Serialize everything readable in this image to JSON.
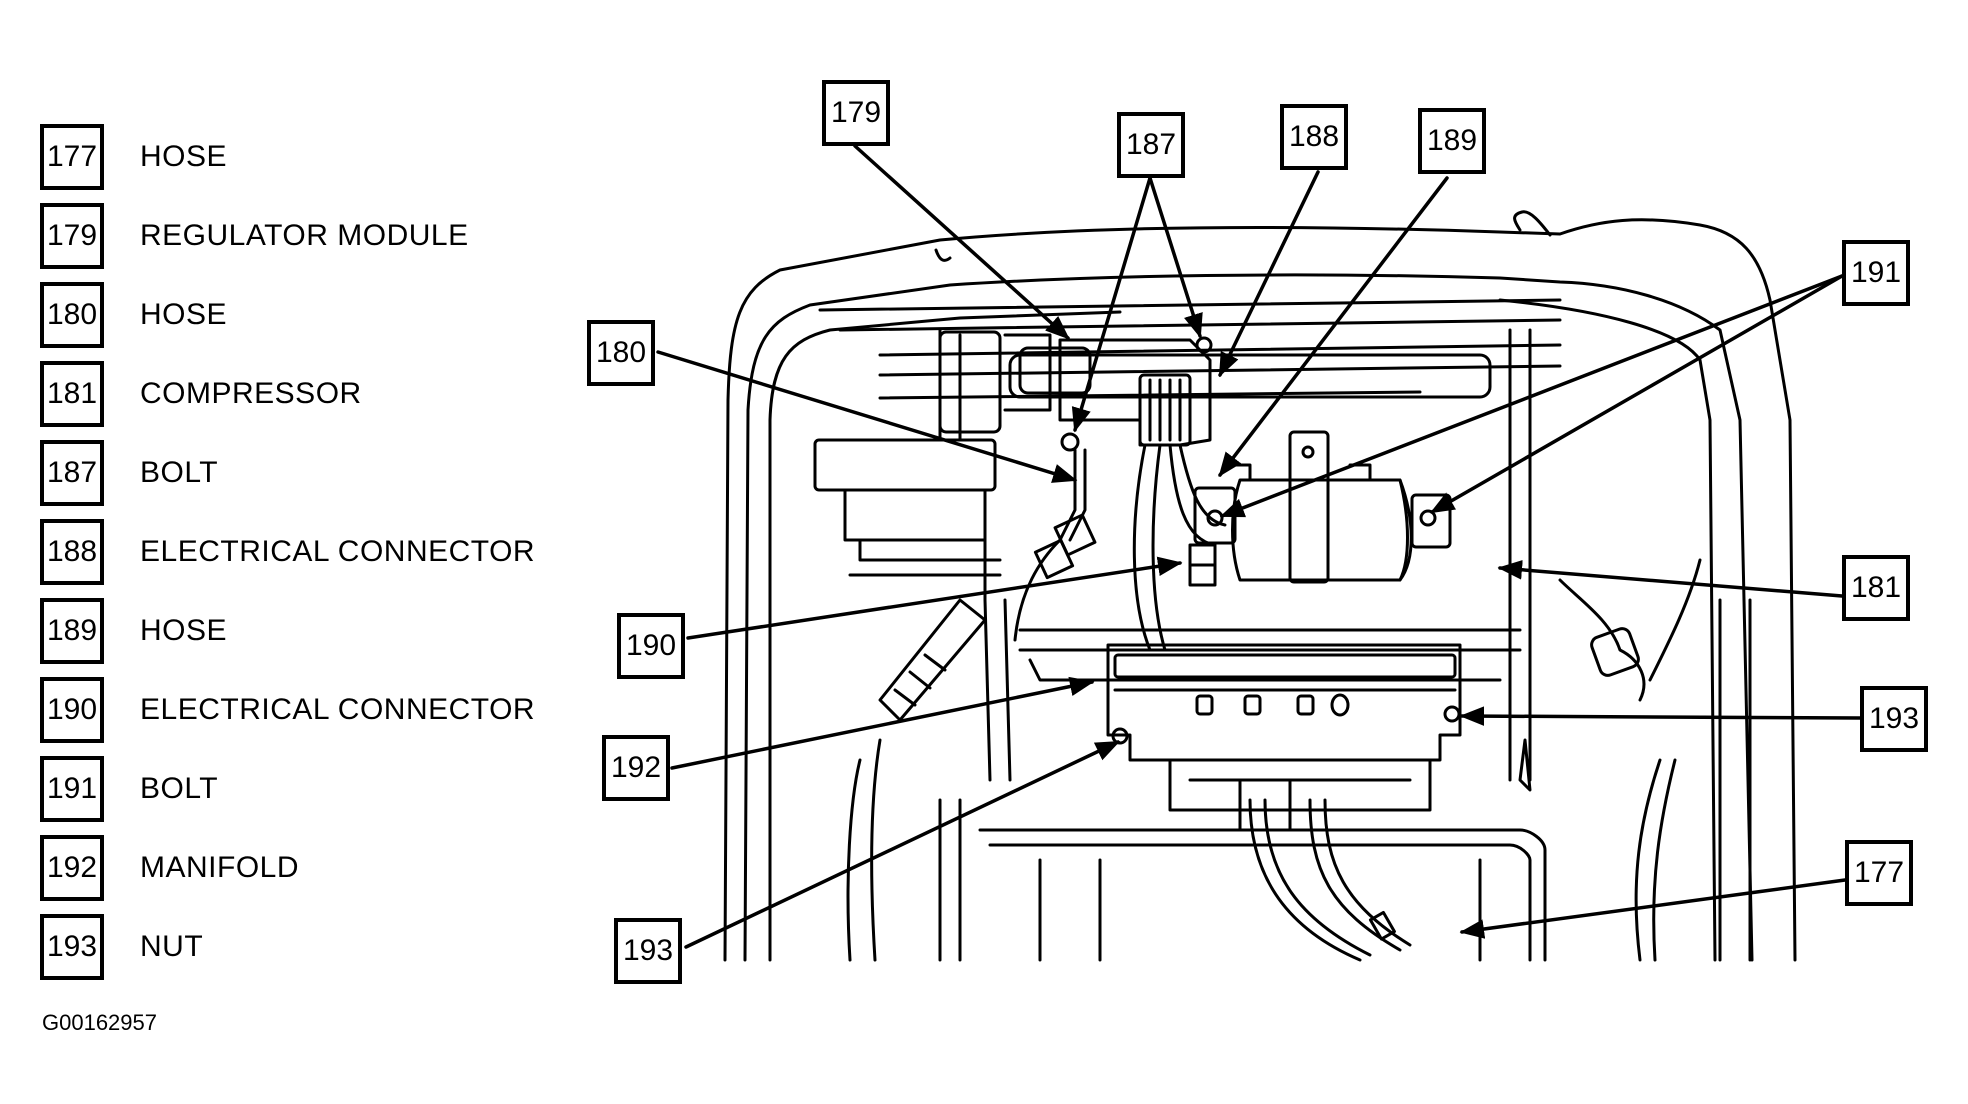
{
  "legend": [
    {
      "number": "177",
      "label": "HOSE"
    },
    {
      "number": "179",
      "label": "REGULATOR MODULE"
    },
    {
      "number": "180",
      "label": "HOSE"
    },
    {
      "number": "181",
      "label": "COMPRESSOR"
    },
    {
      "number": "187",
      "label": "BOLT"
    },
    {
      "number": "188",
      "label": "ELECTRICAL CONNECTOR"
    },
    {
      "number": "189",
      "label": "HOSE"
    },
    {
      "number": "190",
      "label": "ELECTRICAL CONNECTOR"
    },
    {
      "number": "191",
      "label": "BOLT"
    },
    {
      "number": "192",
      "label": "MANIFOLD"
    },
    {
      "number": "193",
      "label": "NUT"
    }
  ],
  "figure_id": "G00162957",
  "callouts": {
    "c179": "179",
    "c187": "187",
    "c188": "188",
    "c189": "189",
    "c191": "191",
    "c180": "180",
    "c181": "181",
    "c190": "190",
    "c192": "192",
    "c193_right": "193",
    "c177": "177",
    "c193_bottom": "193"
  }
}
